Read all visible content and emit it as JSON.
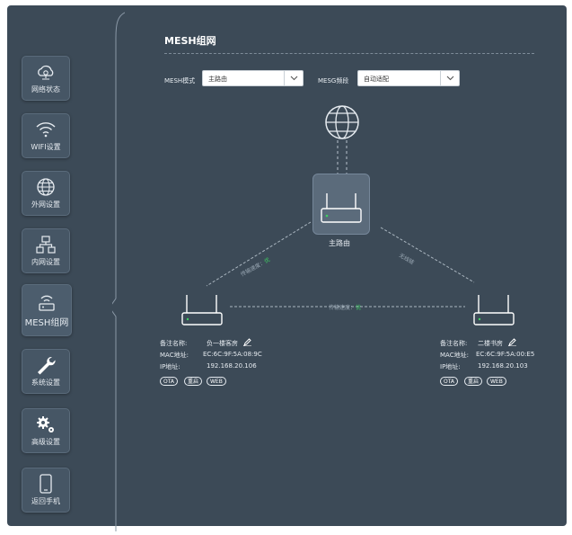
{
  "sidebar": {
    "items": [
      {
        "label": "网络状态",
        "icon": "cloud-network-icon"
      },
      {
        "label": "WIFI设置",
        "icon": "wifi-icon"
      },
      {
        "label": "外网设置",
        "icon": "globe-icon"
      },
      {
        "label": "内网设置",
        "icon": "lan-topology-icon"
      },
      {
        "label": "MESH组网",
        "icon": "mesh-router-icon",
        "active": true
      },
      {
        "label": "系统设置",
        "icon": "wrench-icon"
      },
      {
        "label": "高级设置",
        "icon": "gears-icon"
      },
      {
        "label": "返回手机",
        "icon": "phone-icon"
      }
    ]
  },
  "main": {
    "title": "MESH组网",
    "mesh_mode": {
      "label": "MESH模式",
      "value": "主路由"
    },
    "mesh_band": {
      "label": "MESG频段",
      "value": "自动适配"
    },
    "topology": {
      "main_router_label": "主路由",
      "link_left": {
        "text": "传输速度：",
        "quality": "优"
      },
      "link_right": {
        "text": "无线链"
      },
      "link_bottom": {
        "text": "传输速度：",
        "quality": "优"
      },
      "left_node": {
        "name_label": "备注名称:",
        "name_value": "负一楼客房",
        "mac_label": "MAC地址:",
        "mac_value": "EC:6C:9F:5A:08:9C",
        "ip_label": "IP地址:",
        "ip_value": "192.168.20.106",
        "buttons": [
          "OTA",
          "重启",
          "WEB"
        ]
      },
      "right_node": {
        "name_label": "备注名称:",
        "name_value": "二楼书房",
        "mac_label": "MAC地址:",
        "mac_value": "EC:6C:9F:5A:00:E5",
        "ip_label": "IP地址:",
        "ip_value": "192.168.20.103",
        "buttons": [
          "OTA",
          "重启",
          "WEB"
        ]
      }
    }
  },
  "colors": {
    "panel": "#3c4a57",
    "accent_green": "#3fcf62",
    "line": "#9aa8b4"
  }
}
